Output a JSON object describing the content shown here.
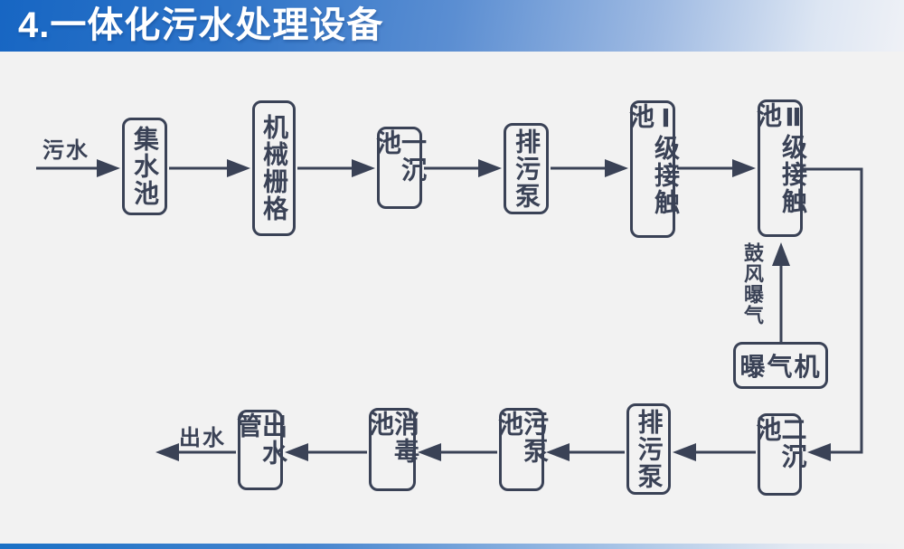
{
  "header": {
    "title": "4.一体化污水处理设备"
  },
  "flow": {
    "inflow_label": "污水",
    "outflow_label": "出水",
    "aeration_flow_label": "鼓风曝气",
    "nodes": {
      "collection_tank": "集水池",
      "mechanical_grid": "机械栅格",
      "primary_sedimentation_tank": "一沉池",
      "sewage_pump_top": "排污泵",
      "stage1_contact_tank": "Ⅰ级接触池",
      "stage2_contact_tank": "Ⅱ级接触池",
      "aerator": "曝气机",
      "secondary_sedimentation_tank": "二沉池",
      "sewage_pump_bottom": "排污泵",
      "sludge_pump_tank": "污泵池",
      "disinfection_tank": "消毒池",
      "outlet_pipe": "出水管"
    }
  },
  "colors": {
    "header_blue": "#1766c3",
    "diagram_ink": "#3a4256",
    "background": "#f2f2f2"
  }
}
